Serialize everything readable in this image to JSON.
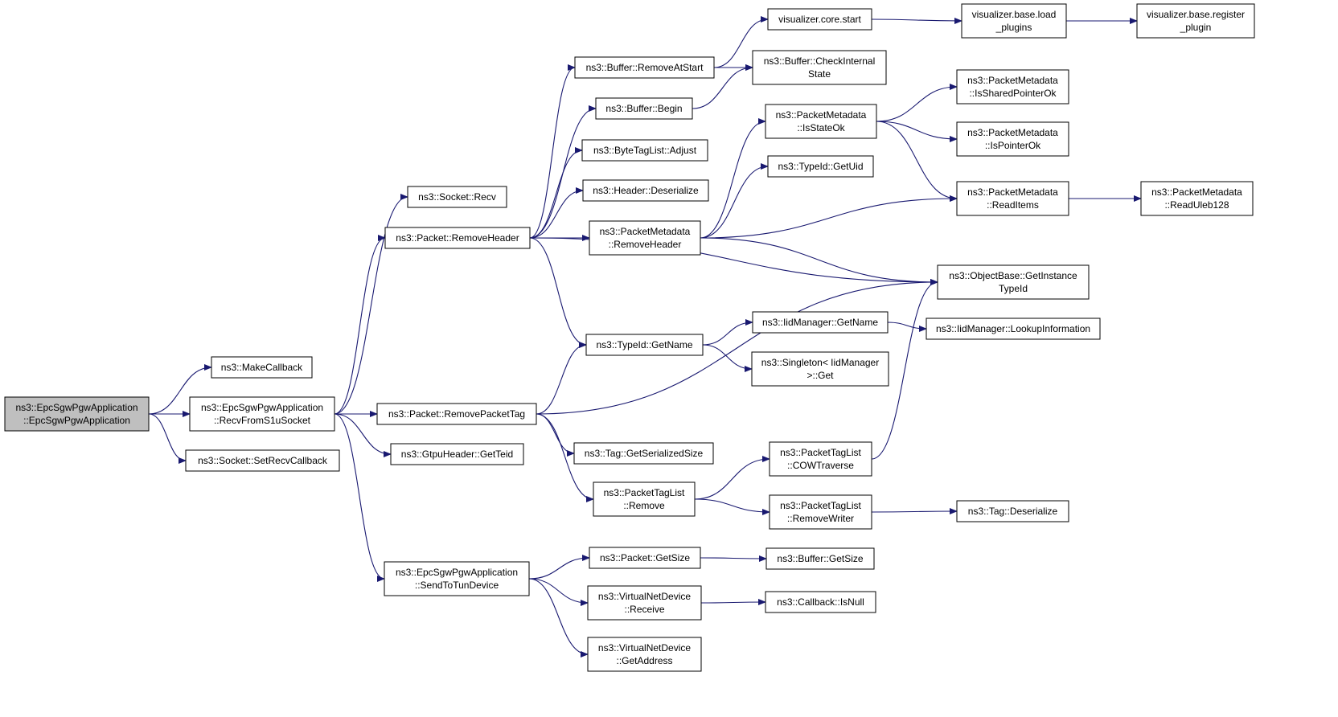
{
  "diagram": {
    "colors": {
      "edge": "#191970",
      "node_border": "#000000",
      "root_fill": "#bfbfbf",
      "node_fill": "#ffffff"
    },
    "nodes": [
      {
        "id": "root",
        "lines": [
          "ns3::EpcSgwPgwApplication",
          "::EpcSgwPgwApplication"
        ]
      },
      {
        "id": "make_callback",
        "lines": [
          "ns3::MakeCallback"
        ]
      },
      {
        "id": "recv_from_s1u",
        "lines": [
          "ns3::EpcSgwPgwApplication",
          "::RecvFromS1uSocket"
        ]
      },
      {
        "id": "set_recv_callback",
        "lines": [
          "ns3::Socket::SetRecvCallback"
        ]
      },
      {
        "id": "socket_recv",
        "lines": [
          "ns3::Socket::Recv"
        ]
      },
      {
        "id": "packet_remove_header",
        "lines": [
          "ns3::Packet::RemoveHeader"
        ]
      },
      {
        "id": "packet_remove_packet_tag",
        "lines": [
          "ns3::Packet::RemovePacketTag"
        ]
      },
      {
        "id": "gtpu_get_teid",
        "lines": [
          "ns3::GtpuHeader::GetTeid"
        ]
      },
      {
        "id": "send_to_tun",
        "lines": [
          "ns3::EpcSgwPgwApplication",
          "::SendToTunDevice"
        ]
      },
      {
        "id": "buffer_remove_at_start",
        "lines": [
          "ns3::Buffer::RemoveAtStart"
        ]
      },
      {
        "id": "buffer_begin",
        "lines": [
          "ns3::Buffer::Begin"
        ]
      },
      {
        "id": "bytetaglist_adjust",
        "lines": [
          "ns3::ByteTagList::Adjust"
        ]
      },
      {
        "id": "header_deserialize",
        "lines": [
          "ns3::Header::Deserialize"
        ]
      },
      {
        "id": "pm_remove_header",
        "lines": [
          "ns3::PacketMetadata",
          "::RemoveHeader"
        ]
      },
      {
        "id": "typeid_get_name",
        "lines": [
          "ns3::TypeId::GetName"
        ]
      },
      {
        "id": "tag_get_serialized_size",
        "lines": [
          "ns3::Tag::GetSerializedSize"
        ]
      },
      {
        "id": "ptl_remove",
        "lines": [
          "ns3::PacketTagList",
          "::Remove"
        ]
      },
      {
        "id": "packet_get_size",
        "lines": [
          "ns3::Packet::GetSize"
        ]
      },
      {
        "id": "vnd_receive",
        "lines": [
          "ns3::VirtualNetDevice",
          "::Receive"
        ]
      },
      {
        "id": "vnd_get_address",
        "lines": [
          "ns3::VirtualNetDevice",
          "::GetAddress"
        ]
      },
      {
        "id": "viz_core_start",
        "lines": [
          "visualizer.core.start"
        ]
      },
      {
        "id": "buffer_check_internal_state",
        "lines": [
          "ns3::Buffer::CheckInternal",
          "State"
        ]
      },
      {
        "id": "pm_is_state_ok",
        "lines": [
          "ns3::PacketMetadata",
          "::IsStateOk"
        ]
      },
      {
        "id": "typeid_get_uid",
        "lines": [
          "ns3::TypeId::GetUid"
        ]
      },
      {
        "id": "iid_get_name",
        "lines": [
          "ns3::IidManager::GetName"
        ]
      },
      {
        "id": "singleton_get",
        "lines": [
          "ns3::Singleton< IidManager",
          ">::Get"
        ]
      },
      {
        "id": "ptl_cow_traverse",
        "lines": [
          "ns3::PacketTagList",
          "::COWTraverse"
        ]
      },
      {
        "id": "ptl_remove_writer",
        "lines": [
          "ns3::PacketTagList",
          "::RemoveWriter"
        ]
      },
      {
        "id": "buffer_get_size",
        "lines": [
          "ns3::Buffer::GetSize"
        ]
      },
      {
        "id": "callback_is_null",
        "lines": [
          "ns3::Callback::IsNull"
        ]
      },
      {
        "id": "viz_base_load_plugins",
        "lines": [
          "visualizer.base.load",
          "_plugins"
        ]
      },
      {
        "id": "pm_is_shared_pointer_ok",
        "lines": [
          "ns3::PacketMetadata",
          "::IsSharedPointerOk"
        ]
      },
      {
        "id": "pm_is_pointer_ok",
        "lines": [
          "ns3::PacketMetadata",
          "::IsPointerOk"
        ]
      },
      {
        "id": "pm_read_items",
        "lines": [
          "ns3::PacketMetadata",
          "::ReadItems"
        ]
      },
      {
        "id": "objectbase_get_instance_typeid",
        "lines": [
          "ns3::ObjectBase::GetInstance",
          "TypeId"
        ]
      },
      {
        "id": "iid_lookup_information",
        "lines": [
          "ns3::IidManager::LookupInformation"
        ]
      },
      {
        "id": "tag_deserialize",
        "lines": [
          "ns3::Tag::Deserialize"
        ]
      },
      {
        "id": "viz_base_register_plugin",
        "lines": [
          "visualizer.base.register",
          "_plugin"
        ]
      },
      {
        "id": "pm_read_uleb128",
        "lines": [
          "ns3::PacketMetadata",
          "::ReadUleb128"
        ]
      }
    ],
    "edges": [
      [
        "root",
        "make_callback"
      ],
      [
        "root",
        "recv_from_s1u"
      ],
      [
        "root",
        "set_recv_callback"
      ],
      [
        "recv_from_s1u",
        "socket_recv"
      ],
      [
        "recv_from_s1u",
        "packet_remove_header"
      ],
      [
        "recv_from_s1u",
        "packet_remove_packet_tag"
      ],
      [
        "recv_from_s1u",
        "gtpu_get_teid"
      ],
      [
        "recv_from_s1u",
        "send_to_tun"
      ],
      [
        "packet_remove_header",
        "buffer_remove_at_start"
      ],
      [
        "packet_remove_header",
        "buffer_begin"
      ],
      [
        "packet_remove_header",
        "bytetaglist_adjust"
      ],
      [
        "packet_remove_header",
        "header_deserialize"
      ],
      [
        "packet_remove_header",
        "pm_remove_header"
      ],
      [
        "packet_remove_header",
        "typeid_get_name"
      ],
      [
        "packet_remove_header",
        "objectbase_get_instance_typeid"
      ],
      [
        "packet_remove_packet_tag",
        "typeid_get_name"
      ],
      [
        "packet_remove_packet_tag",
        "tag_get_serialized_size"
      ],
      [
        "packet_remove_packet_tag",
        "ptl_remove"
      ],
      [
        "packet_remove_packet_tag",
        "objectbase_get_instance_typeid"
      ],
      [
        "send_to_tun",
        "packet_get_size"
      ],
      [
        "send_to_tun",
        "vnd_receive"
      ],
      [
        "send_to_tun",
        "vnd_get_address"
      ],
      [
        "buffer_remove_at_start",
        "viz_core_start"
      ],
      [
        "buffer_remove_at_start",
        "buffer_check_internal_state"
      ],
      [
        "buffer_begin",
        "buffer_check_internal_state"
      ],
      [
        "pm_remove_header",
        "pm_is_state_ok"
      ],
      [
        "pm_remove_header",
        "typeid_get_uid"
      ],
      [
        "pm_remove_header",
        "pm_read_items"
      ],
      [
        "pm_remove_header",
        "objectbase_get_instance_typeid"
      ],
      [
        "typeid_get_name",
        "iid_get_name"
      ],
      [
        "typeid_get_name",
        "singleton_get"
      ],
      [
        "ptl_remove",
        "ptl_cow_traverse"
      ],
      [
        "ptl_remove",
        "ptl_remove_writer"
      ],
      [
        "packet_get_size",
        "buffer_get_size"
      ],
      [
        "vnd_receive",
        "callback_is_null"
      ],
      [
        "viz_core_start",
        "viz_base_load_plugins"
      ],
      [
        "pm_is_state_ok",
        "pm_is_shared_pointer_ok"
      ],
      [
        "pm_is_state_ok",
        "pm_is_pointer_ok"
      ],
      [
        "pm_is_state_ok",
        "pm_read_items"
      ],
      [
        "iid_get_name",
        "iid_lookup_information"
      ],
      [
        "ptl_cow_traverse",
        "objectbase_get_instance_typeid"
      ],
      [
        "ptl_remove_writer",
        "tag_deserialize"
      ],
      [
        "viz_base_load_plugins",
        "viz_base_register_plugin"
      ],
      [
        "pm_read_items",
        "pm_read_uleb128"
      ]
    ]
  }
}
